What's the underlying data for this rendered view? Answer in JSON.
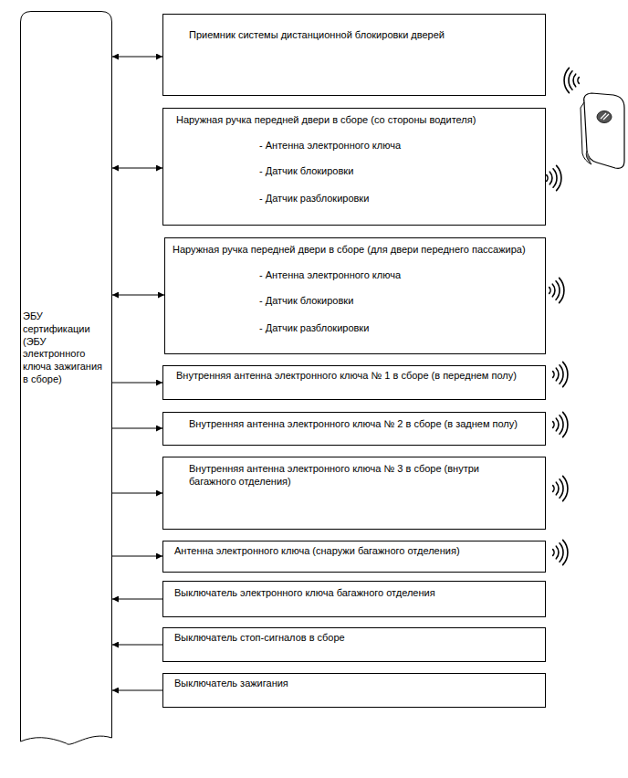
{
  "diagram": {
    "nodes": [
      {
        "text": [
          "ЭБУ сертификации (ЭБУ электронного ключа зажигания в сборе)"
        ]
      },
      {
        "text": [
          "Приемник системы дистанционной блокировки дверей"
        ]
      },
      {
        "text": [
          "Наружная ручка передней двери в сборе (со стороны водителя)",
          "- Антенна электронного ключа",
          "- Датчик блокировки",
          "- Датчик разблокировки"
        ]
      },
      {
        "text": [
          "Наружная ручка передней двери в сборе (для двери переднего пассажира)",
          "- Антенна электронного ключа",
          "- Датчик блокировки",
          "- Датчик разблокировки"
        ]
      },
      {
        "text": [
          "Внутренняя антенна электронного ключа № 1 в сборе (в переднем полу)"
        ]
      },
      {
        "text": [
          "Внутренняя антенна электронного ключа № 2 в сборе (в заднем полу)"
        ]
      },
      {
        "text": [
          "Внутренняя антенна электронного ключа № 3 в сборе (внутри багажного отделения)"
        ]
      },
      {
        "text": [
          "Антенна электронного ключа (снаружи багажного отделения)"
        ]
      },
      {
        "text": [
          "Выключатель электронного ключа багажного отделения"
        ]
      },
      {
        "text": [
          "Выключатель стоп-сигналов в сборе"
        ]
      },
      {
        "text": [
          "Выключатель зажигания"
        ]
      }
    ],
    "edges": [
      {
        "from": 0,
        "to": 1,
        "arrow": "both"
      },
      {
        "from": 0,
        "to": 2,
        "arrow": "both"
      },
      {
        "from": 0,
        "to": 3,
        "arrow": "both"
      },
      {
        "from": 0,
        "to": 4,
        "arrow": "to"
      },
      {
        "from": 0,
        "to": 5,
        "arrow": "to"
      },
      {
        "from": 0,
        "to": 6,
        "arrow": "to"
      },
      {
        "from": 0,
        "to": 7,
        "arrow": "to"
      },
      {
        "from": 8,
        "to": 0,
        "arrow": "to"
      },
      {
        "from": 9,
        "to": 0,
        "arrow": "to"
      },
      {
        "from": 10,
        "to": 0,
        "arrow": "to"
      }
    ]
  }
}
